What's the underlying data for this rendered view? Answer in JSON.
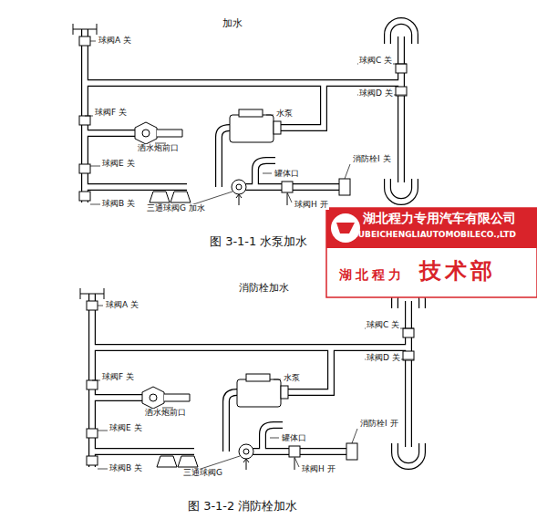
{
  "diagram": {
    "labels": [
      "加水",
      "球阀A 关",
      "球阀C 关",
      "球阀D 关",
      "球阀F 关",
      "水泵",
      "洒水炮前口",
      "罐体口",
      "消防栓I 关",
      "球阀E 关",
      "球阀B 关",
      "三通球阀G 加水",
      "球阀H 开",
      "图 3-1-1 水泵加水",
      "湖北程力专用汽车有限公司",
      "HUBEICHENGLIAUTOMOBILECO.,LTD",
      "湖北程力",
      "技术部",
      "消防栓加水",
      "球阀A 关",
      "球阀C 关",
      "球阀D 关",
      "球阀F 关",
      "水泵",
      "洒水炮前口",
      "罐体口",
      "消防栓I 开",
      "球阀E 关",
      "球阀B 关",
      "三通球阀G",
      "球阀H 开",
      "图 3-1-2 消防栓加水"
    ]
  }
}
